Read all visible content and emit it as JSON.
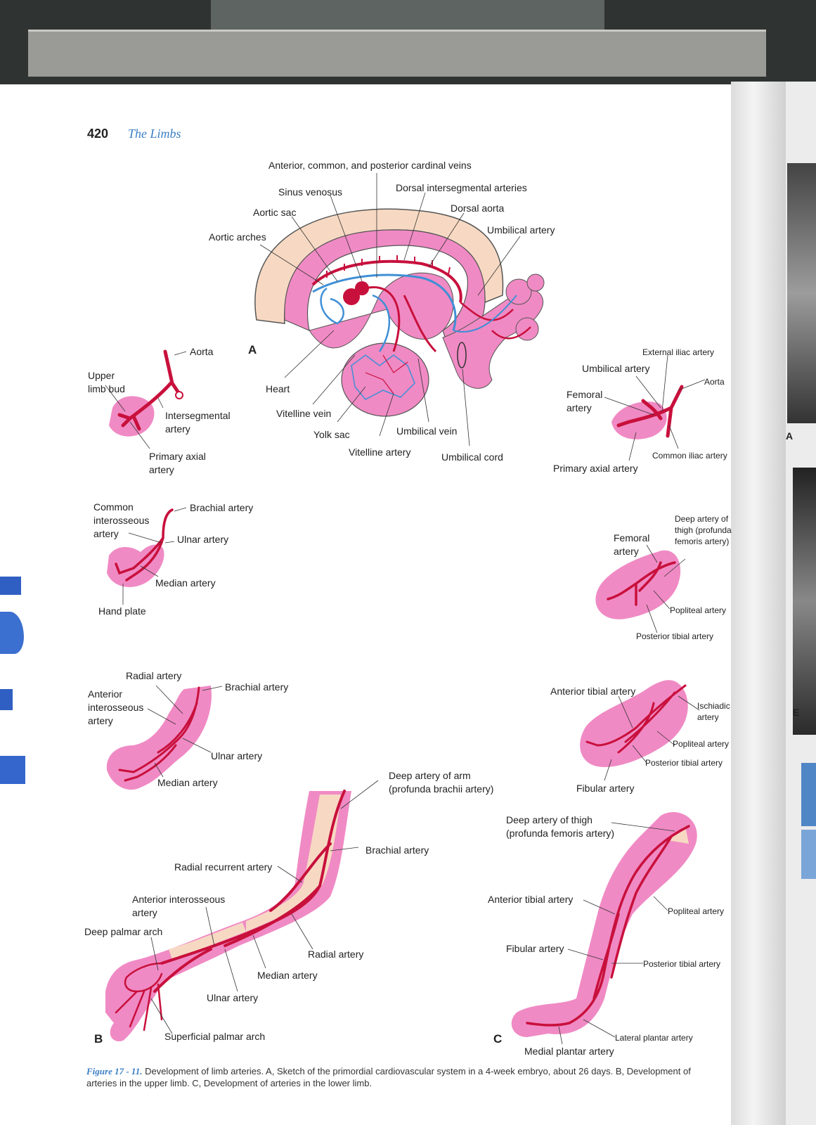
{
  "header": {
    "page_number": "420",
    "running_head": "The Limbs"
  },
  "panel_letters": {
    "a": "A",
    "b": "B",
    "c": "C"
  },
  "panel_a": {
    "cardinal_veins": "Anterior, common, and posterior cardinal veins",
    "sinus_venosus": "Sinus venosus",
    "dorsal_intersegmental": "Dorsal intersegmental arteries",
    "aortic_sac": "Aortic sac",
    "dorsal_aorta": "Dorsal aorta",
    "aortic_arches": "Aortic arches",
    "umbilical_artery": "Umbilical artery",
    "heart": "Heart",
    "vitelline_vein": "Vitelline vein",
    "yolk_sac": "Yolk sac",
    "umbilical_vein": "Umbilical vein",
    "vitelline_artery": "Vitelline artery",
    "umbilical_cord": "Umbilical cord"
  },
  "upper_bud": {
    "aorta": "Aorta",
    "upper_limb_bud": "Upper\nlimb bud",
    "intersegmental": "Intersegmental\nartery",
    "primary_axial": "Primary axial\nartery"
  },
  "lower_bud": {
    "external_iliac": "External iliac artery",
    "umbilical_artery": "Umbilical artery",
    "aorta": "Aorta",
    "femoral": "Femoral\nartery",
    "common_iliac": "Common iliac artery",
    "primary_axial": "Primary axial artery"
  },
  "upper_stage2": {
    "common_interosseous": "Common\ninterosseous\nartery",
    "brachial": "Brachial artery",
    "ulnar": "Ulnar artery",
    "median": "Median artery",
    "hand_plate": "Hand plate"
  },
  "lower_stage2": {
    "femoral": "Femoral\nartery",
    "deep_thigh": "Deep artery of\nthigh (profunda\nfemoris artery)",
    "popliteal": "Popliteal artery",
    "posterior_tibial": "Posterior tibial artery"
  },
  "upper_stage3": {
    "radial": "Radial artery",
    "anterior_interosseous": "Anterior\ninterosseous\nartery",
    "brachial": "Brachial artery",
    "ulnar": "Ulnar artery",
    "median": "Median artery"
  },
  "lower_stage3": {
    "anterior_tibial": "Anterior tibial artery",
    "ischiadic": "Ischiadic\nartery",
    "popliteal": "Popliteal artery",
    "posterior_tibial": "Posterior tibial artery",
    "fibular": "Fibular artery"
  },
  "upper_final": {
    "deep_arm": "Deep artery of arm\n(profunda brachii artery)",
    "brachial": "Brachial artery",
    "radial_recurrent": "Radial recurrent artery",
    "anterior_interosseous": "Anterior interosseous\nartery",
    "deep_palmar": "Deep palmar arch",
    "radial": "Radial artery",
    "median": "Median artery",
    "ulnar": "Ulnar artery",
    "superficial_palmar": "Superficial palmar arch"
  },
  "lower_final": {
    "deep_thigh": "Deep artery of thigh\n(profunda femoris artery)",
    "anterior_tibial": "Anterior tibial artery",
    "popliteal": "Popliteal artery",
    "fibular": "Fibular artery",
    "posterior_tibial": "Posterior tibial artery",
    "lateral_plantar": "Lateral plantar artery",
    "medial_plantar": "Medial plantar artery"
  },
  "caption": {
    "label": "Figure 17 - 11.",
    "text": " Development of limb arteries. A, Sketch of the primordial cardiovascular system in a 4-week embryo, about 26 days. B, Development of arteries in the upper limb. C, Development of arteries in the lower limb."
  },
  "side": {
    "letter_a": "A",
    "letter_e": "E"
  },
  "colors": {
    "tissue": "#f08ac4",
    "artery": "#c8103c",
    "vein": "#3f8fd6",
    "yolk": "#f7d9c3",
    "page": "#ffffff"
  }
}
